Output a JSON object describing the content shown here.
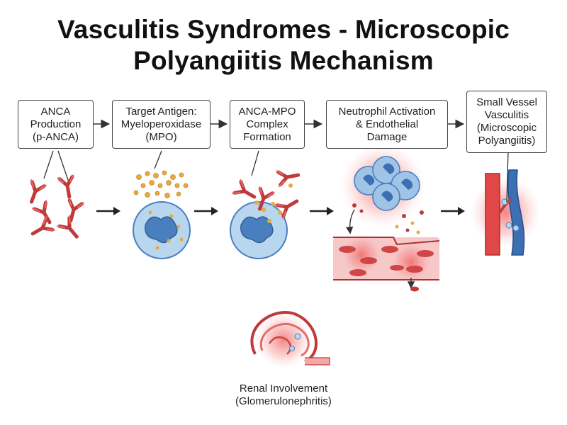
{
  "title": {
    "line1": "Vasculitis Syndromes - Microscopic",
    "line2": "Polyangiitis Mechanism"
  },
  "steps": [
    {
      "lines": [
        "ANCA",
        "Production",
        "(p-ANCA)"
      ]
    },
    {
      "lines": [
        "Target Antigen:",
        "Myeloperoxidase",
        "(MPO)"
      ]
    },
    {
      "lines": [
        "ANCA-MPO",
        "Complex",
        "Formation"
      ]
    },
    {
      "lines": [
        "Neutrophil Activation",
        "& Endothelial",
        "Damage"
      ]
    },
    {
      "lines": [
        "Small Vessel",
        "Vasculitis",
        "(Microscopic",
        "Polyangiitis)"
      ]
    }
  ],
  "renal": {
    "lines": [
      "Renal Involvement",
      "(Glomerulonephritis)"
    ]
  },
  "icons": {
    "antibody": "antibody-icon",
    "antigen": "mpo-granule-icon",
    "neutrophil": "neutrophil-icon",
    "vessel": "blood-vessel-icon",
    "kidney": "glomerulus-icon"
  },
  "colors": {
    "antibody": "#c0393b",
    "granule": "#e8a940",
    "cell": "#9fc4e6",
    "nucleus": "#4a7fbf",
    "inflammation": "#f08a8a",
    "vein": "#3d6fb5"
  }
}
